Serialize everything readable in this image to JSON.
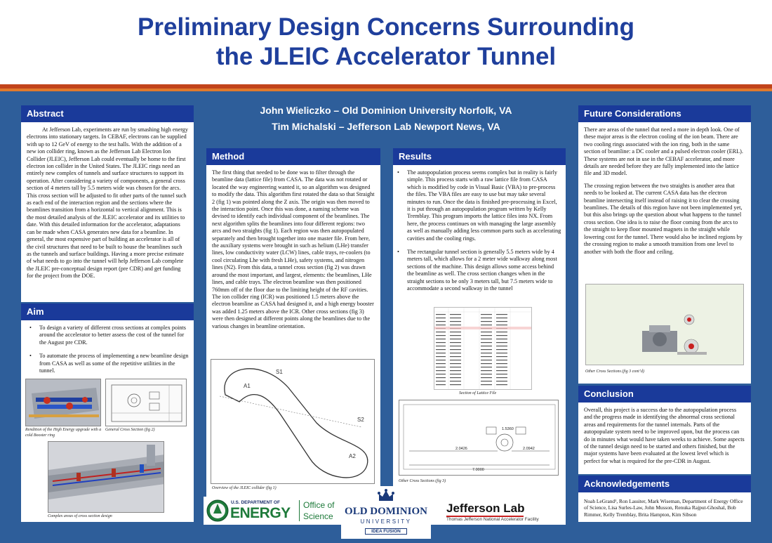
{
  "title": {
    "line1": "Preliminary Design Concerns Surrounding",
    "line2": "the JLEIC Accelerator Tunnel"
  },
  "authors": {
    "line1": "John Wieliczko – Old Dominion University Norfolk, VA",
    "line2": "Tim Michalski – Jefferson Lab Newport News, VA"
  },
  "abstract": {
    "heading": "Abstract",
    "text": "At Jefferson Lab, experiments are run by smashing high energy electrons into stationary targets. In CEBAF, electrons can be supplied with up to 12 GeV of energy to the test halls. With the addition of a new ion collider ring, known as the Jefferson Lab Electron Ion Collider (JLEIC), Jefferson Lab could eventually be home to the first electron ion collider in the United States. The JLEIC rings need an entirely new complex of tunnels and surface structures to support its operation. After considering a variety of components, a general cross section of 4 meters tall by 5.5 meters wide was chosen for the arcs. This cross section will be adjusted to fit other parts of the tunnel such as each end of the interaction region and the sections where the beamlines transition from a horizontal to vertical alignment. This is the most detailed analysis of the JLEIC accelerator and its utilities to date. With this detailed information for the accelerator, adaptations can be made when CASA generates new data for a beamline. In general, the most expensive part of building an accelerator is all of the civil structures that need to be built to house the beamlines such as the tunnels and surface buildings. Having a more precise estimate of what needs to go into the tunnel will help Jefferson Lab complete the JLEIC pre-conceptual design report (pre CDR) and get funding for the project from the DOE."
  },
  "aim": {
    "heading": "Aim",
    "bullets": [
      "To design a variety of different cross sections at complex points around the accelerator to better assess the cost of the tunnel for the August pre CDR.",
      "To automate the process of implementing a new beamline design from CASA as well as some of the repetitive utilities in the tunnel."
    ],
    "caption_left": "Rendition of the High Energy upgrade with a cold Booster ring",
    "caption_right": "General Cross Section (fig 2)",
    "caption_bottom": "Complex areas of cross section design"
  },
  "method": {
    "heading": "Method",
    "text": "The first thing that needed to be done was to filter through the beamline data (lattice file) from CASA. The data was not rotated or located the way engineering wanted it, so an algorithm was designed to modify the data. This algorithm first rotated the data so that Straight 2 (fig 1) was pointed along the Z axis. The origin was then moved to the interaction point. Once this was done, a naming scheme was devised to identify each individual component of the beamlines. The next algorithm splits the beamlines into four different regions: two arcs and two straights (fig 1). Each region was then autopopulated separately and then brought together into one master file. From here, the auxiliary systems were brought in such as helium (LHe) transfer lines, low conductivity water (LCW) lines, cable trays, re-coolers (to cool circulating Lhe with fresh LHe), safety systems, and nitrogen lines (N2). From this data, a tunnel cross section (fig 2) was drawn around the most important, and largest, elements: the beamlines, LHe lines, and cable trays. The electron beamline was then positioned 760mm off of the floor due to the limiting height of the RF cavities. The ion collider ring (ICR) was positioned 1.5 meters above the electron beamline as CASA had designed it, and a high energy booster was added 1.25 meters above the ICR. Other cross sections (fig 3) were then designed at different points along the beamlines due to the various changes in beamline orientation.",
    "fig_labels": [
      "S1",
      "A1",
      "S2",
      "A2"
    ],
    "caption": "Overview of the JLEIC collider (fig 1)"
  },
  "results": {
    "heading": "Results",
    "bullets": [
      "The autopopulation process seems complex but in reality is fairly simple. This process starts with a raw lattice file from CASA which is modified by code in Visual Basic (VBA) to pre-process the files. The VBA files are easy to use but may take several minutes to run. Once the data is finished pre-processing in Excel, it is put through an autopopulation program written by Kelly Tremblay. This program imports the lattice files into NX. From here, the process continues on with managing the large assembly as well as manually adding less common parts such as accelerating cavities and the cooling rings.",
      "The rectangular tunnel section is generally 5.5 meters wide by 4 meters tall, which allows for a 2 meter wide walkway along most sections of the machine. This design allows some access behind the beamline as well. The cross section changes when in the straight sections to be only 3 meters tall, but 7.5 meters wide to accommodate a second walkway in the tunnel"
    ],
    "caption_lattice": "Section of Lattice File",
    "caption_cross": "Other Cross Sections (fig 3)",
    "dims": [
      "1.5360",
      "2.0426",
      "2.0942",
      "7.0000"
    ]
  },
  "future": {
    "heading": "Future Considerations",
    "para1": "There are areas of the tunnel that need a more in depth look. One of these major areas is the electron cooling of the ion beam. There are two cooling rings associated with the ion ring, both in the same section of beamline: a DC cooler and a pulsed electron cooler (ERL). These systems are not in use in the CEBAF accelerator, and more details are needed before they are fully implemented into the lattice file and 3D model.",
    "para2": "The crossing region between the two straights is another area that needs to be looked at. The current CASA data has the electron beamline intersecting itself instead of raising it to clear the crossing beamlines. The details of this region have not been implemented yet, but this also brings up the question about what happens to the tunnel cross section. One idea is to raise the floor coming from the arcs to the straight to keep floor mounted magnets in the straight while lowering cost for the tunnel. There would also be inclined regions by the crossing region to make a smooth transition from one level to another with both the floor and ceiling.",
    "caption": "Other Cross Sections (fig 3 cont’d)"
  },
  "conclusion": {
    "heading": "Conclusion",
    "text": "Overall, this project is a success due to the autopopulation process and the progress made in identifying the abnormal cross sectional areas and requirements for the tunnel internals. Parts of the autopopulate system need to be improved upon, but the process can do in minutes what would have taken weeks to achieve. Some aspects of the tunnel design need to be started and others finished, but the major systems have been evaluated at the lowest level which is perfect for what is required for the pre-CDR in August."
  },
  "acknowledgements": {
    "heading": "Acknowledgements",
    "text": "Noah LeGrand¹, Ron Lassiter, Mark Wiseman, Department of Energy Office of Science, Lisa Surles-Law, John Musson, Renuka Rajput-Ghoshal, Bob Rimmer, Kelly Tremblay, Brita Hampton, Kim Sibson"
  },
  "logos": {
    "doe_small": "U.S. DEPARTMENT OF",
    "doe_big": "ENERGY",
    "doe_office1": "Office of",
    "doe_office2": "Science",
    "odu_main": "OLD DOMINION",
    "odu_sub": "UNIVERSITY",
    "odu_tag": "IDEA FUSION",
    "jlab_main": "Jefferson Lab",
    "jlab_sub": "Thomas Jefferson National Accelerator Facility"
  },
  "colors": {
    "background": "#2e5e9a",
    "heading_bar": "#1a3a9a",
    "title_text": "#1f3f9c",
    "accent_stripe": "#c2441b"
  }
}
